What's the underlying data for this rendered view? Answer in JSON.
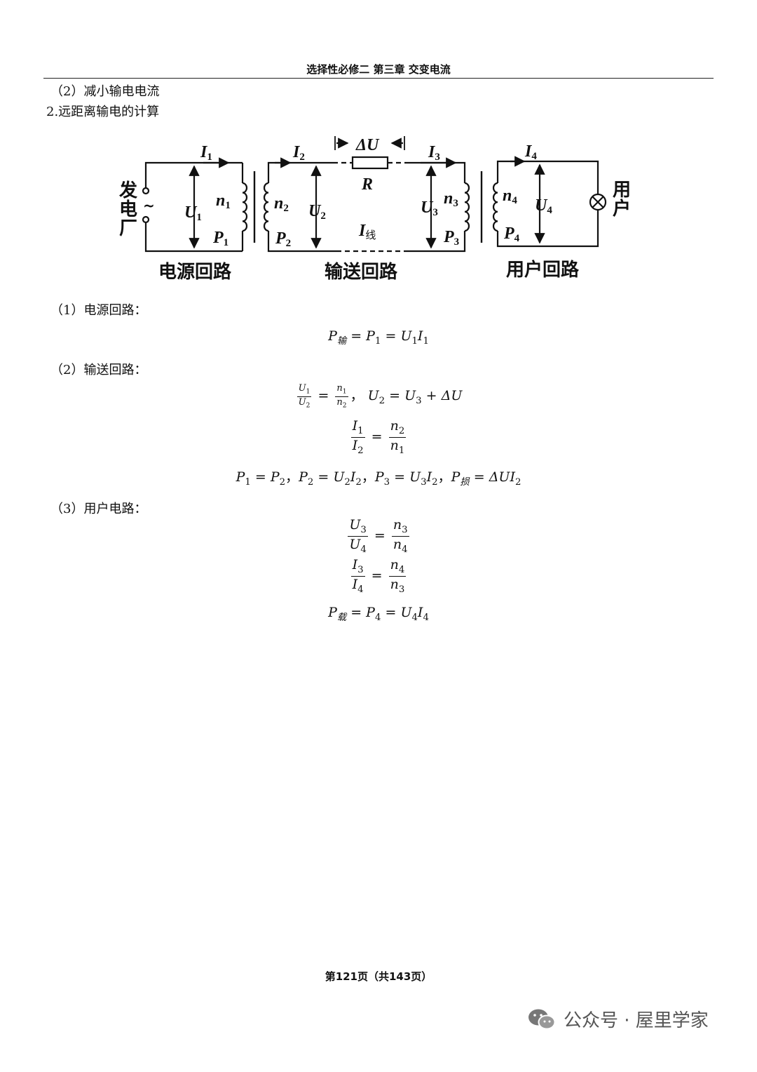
{
  "header": {
    "title": "选择性必修二 第三章 交变电流"
  },
  "text": {
    "item_reduce_current": "（2）减小输电电流",
    "section_title": "2.远距离输电的计算",
    "sub1": "（1）电源回路：",
    "sub2": "（2）输送回路：",
    "sub3": "（3）用户电路："
  },
  "diagram": {
    "labels": {
      "I1": "I",
      "I1_sub": "1",
      "I2": "I",
      "I2_sub": "2",
      "I3": "I",
      "I3_sub": "3",
      "I4": "I",
      "I4_sub": "4",
      "dU": "ΔU",
      "R": "R",
      "Iline": "I",
      "Iline_sub": "线",
      "U1": "U",
      "U1_sub": "1",
      "U2": "U",
      "U2_sub": "2",
      "U3": "U",
      "U3_sub": "3",
      "U4": "U",
      "U4_sub": "4",
      "n1": "n",
      "n1_sub": "1",
      "n2": "n",
      "n2_sub": "2",
      "n3": "n",
      "n3_sub": "3",
      "n4": "n",
      "n4_sub": "4",
      "P1": "P",
      "P1_sub": "1",
      "P2": "P",
      "P2_sub": "2",
      "P3": "P",
      "P3_sub": "3",
      "P4": "P",
      "P4_sub": "4",
      "plant_1": "发",
      "plant_2": "电",
      "plant_3": "厂",
      "ac_symbol": "~",
      "user_1": "用",
      "user_2": "户"
    },
    "captions": {
      "source": "电源回路",
      "transmission": "输送回路",
      "user": "用户回路"
    }
  },
  "equations": {
    "source_power": {
      "lhs": "P",
      "lhs_sub": "输",
      "eq1": " = ",
      "p": "P",
      "p_sub": "1",
      "eq2": " = ",
      "u": "U",
      "u_sub": "1",
      "i": "I",
      "i_sub": "1"
    },
    "t1": {
      "n_u1": "U",
      "n_u1_sub": "1",
      "d_u2": "U",
      "d_u2_sub": "2",
      "eq": " = ",
      "n_n1": "n",
      "n_n1_sub": "1",
      "d_n2": "n",
      "d_n2_sub": "2",
      "sep": "，",
      "u2": "U",
      "u2_sub": "2",
      "eq2": " = ",
      "u3": "U",
      "u3_sub": "3",
      "plus": " + ΔU"
    },
    "t2": {
      "n_i1": "I",
      "n_i1_sub": "1",
      "d_i2": "I",
      "d_i2_sub": "2",
      "eq": " = ",
      "n_n2": "n",
      "n_n2_sub": "2",
      "d_n1": "n",
      "d_n1_sub": "1"
    },
    "t3": {
      "p1": "P",
      "p1_sub": "1",
      "eq1": " = ",
      "p2": "P",
      "p2_sub": "2",
      "sep1": "，",
      "p2b": "P",
      "p2b_sub": "2",
      "eq2": " = ",
      "u2": "U",
      "u2_sub": "2",
      "i2": "I",
      "i2_sub": "2",
      "sep2": "，",
      "p3": "P",
      "p3_sub": "3",
      "eq3": " = ",
      "u3": "U",
      "u3_sub": "3",
      "i2b": "I",
      "i2b_sub": "2",
      "sep3": "，",
      "ploss": "P",
      "ploss_sub": "损",
      "eq4": " = ΔU",
      "i2c": "I",
      "i2c_sub": "2"
    },
    "u1": {
      "n_u3": "U",
      "n_u3_sub": "3",
      "d_u4": "U",
      "d_u4_sub": "4",
      "eq": " = ",
      "n_n3": "n",
      "n_n3_sub": "3",
      "d_n4": "n",
      "d_n4_sub": "4"
    },
    "u2": {
      "n_i3": "I",
      "n_i3_sub": "3",
      "d_i4": "I",
      "d_i4_sub": "4",
      "eq": " = ",
      "n_n4": "n",
      "n_n4_sub": "4",
      "d_n3": "n",
      "d_n3_sub": "3"
    },
    "u3": {
      "lhs": "P",
      "lhs_sub": "载",
      "eq1": " = ",
      "p": "P",
      "p_sub": "4",
      "eq2": " = ",
      "u": "U",
      "u_sub": "4",
      "i": "I",
      "i_sub": "4"
    }
  },
  "footer": {
    "page": "第121页（共143页）"
  },
  "watermark": {
    "text": "公众号 · 屋里学家",
    "icon": "wechat-icon"
  }
}
